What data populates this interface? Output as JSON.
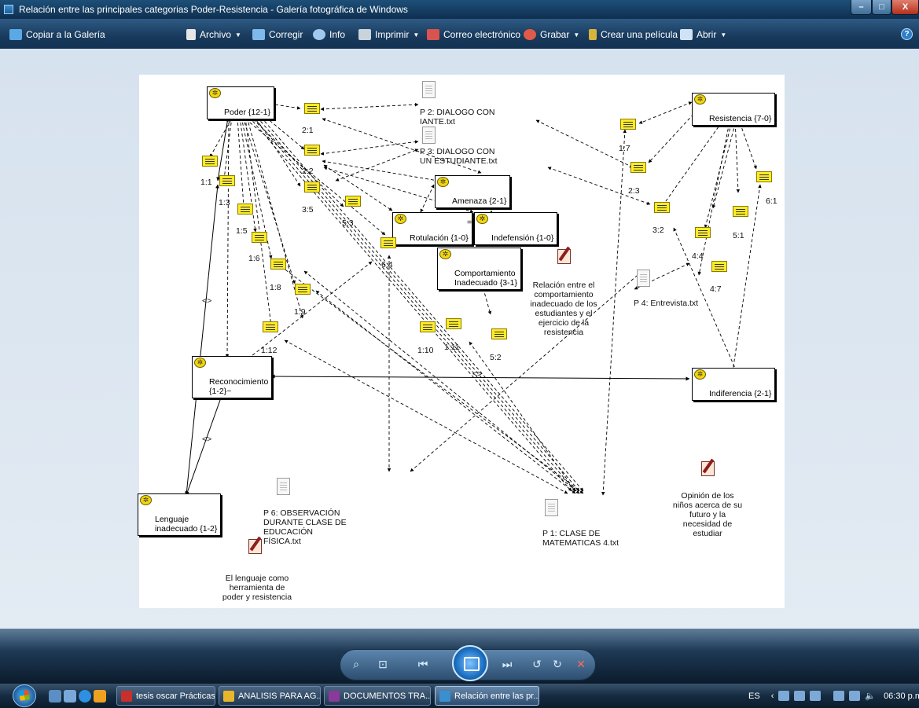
{
  "window": {
    "title": "Relación entre las principales categorias Poder-Resistencia - Galería fotográfica de Windows",
    "controls": {
      "minimize": "–",
      "maximize": "□",
      "close": "X"
    }
  },
  "commandbar": {
    "copy_to_gallery": "Copiar a la Galería",
    "file": "Archivo",
    "fix": "Corregir",
    "info": "Info",
    "print": "Imprimir",
    "email": "Correo electrónico",
    "burn": "Grabar",
    "make_movie": "Crear una película",
    "open": "Abrir",
    "help": "?"
  },
  "diagram": {
    "codes": {
      "poder": "Poder {12-1}",
      "resistencia": "Resistencia {7-0}",
      "amenaza": "Amenaza {2-1}",
      "rotulacion": "Rotulación {1-0}",
      "indefension": "Indefensión {1-0}",
      "comportamiento": "Comportamiento\nInadecuado {3-1}",
      "reconocimiento": "Reconocimiento\n{1-2}~",
      "indiferencia": "Indiferencia {2-1}",
      "lenguaje": "Lenguaje\ninadecuado {1-2}"
    },
    "eq_sign": "=",
    "memo_labels": {
      "m2_1": "2:1",
      "m2_2": "2:2",
      "m3_5": "3:5",
      "m5_3": "5:3",
      "m1_1": "1:1",
      "m1_3": "1:3",
      "m1_5": "1:5",
      "m1_6": "1:6",
      "m1_8": "1:8",
      "m1_9": "1:9",
      "m1_12": "1:12",
      "m6_4": "6:4",
      "m1_10": "1:10",
      "m1_11": "1:11",
      "m5_2": "5:2",
      "m1_7": "1:7",
      "m2_3": "2:3",
      "m3_2": "3:2",
      "m6_1": "6:1",
      "m5_1": "5:1",
      "m4_4": "4:4",
      "m4_7": "4:7"
    },
    "documents": {
      "p2": "P 2: DIALOGO CON\nIANTE.txt",
      "p3": "P 3: DIALOGO CON\nUN ESTUDIANTE.txt",
      "p4": "P 4: Entrevista.txt",
      "p6": "P 6: OBSERVACIÓN\nDURANTE CLASE DE\nEDUCACIÓN\nFÍSICA.txt",
      "p1": "P 1: CLASE DE\nMATEMATICAS 4.txt"
    },
    "network_views": {
      "relacion": "Relación entre el\ncomportamiento\ninadecuado de los\nestudiantes y el\nejercicio de la\nresistencia",
      "opinion": "Opinión de los\nniños acerca de su\nfuturo y la\nnecesidad de\nestudiar",
      "lenguaje": "El lenguaje como\nherramienta de\npoder y resistencia"
    },
    "relation_marks": {
      "r1": "<>",
      "r2": "<>",
      "r3": "<>"
    }
  },
  "taskbar": {
    "tasks": [
      "tesis oscar  Prácticas...",
      "ANALISIS PARA AG...",
      "DOCUMENTOS TRA...",
      "Relación entre las pr..."
    ],
    "language": "ES",
    "time": "06:30 p.m."
  }
}
